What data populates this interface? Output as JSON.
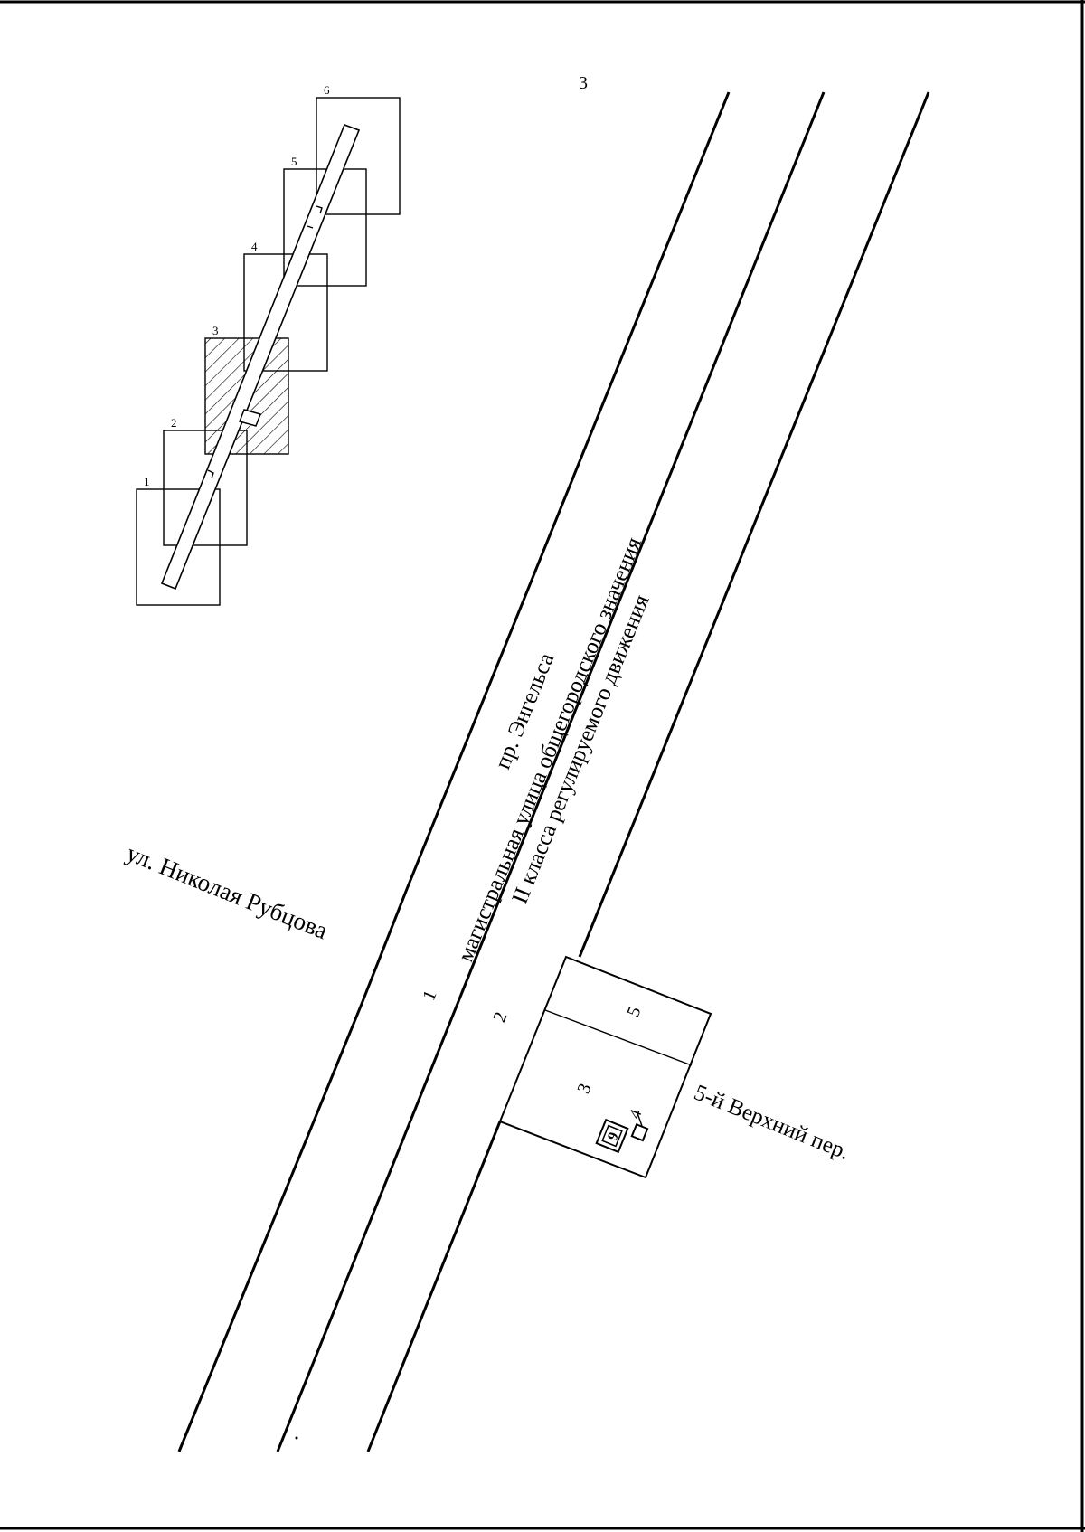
{
  "page": {
    "number": "3"
  },
  "colors": {
    "ink": "#000000",
    "paper": "#ffffff"
  },
  "overview": {
    "frames": [
      {
        "label": "1",
        "highlighted": false
      },
      {
        "label": "2",
        "highlighted": false
      },
      {
        "label": "3",
        "highlighted": true
      },
      {
        "label": "4",
        "highlighted": false
      },
      {
        "label": "5",
        "highlighted": false
      },
      {
        "label": "6",
        "highlighted": false
      }
    ]
  },
  "streets": {
    "rubtsova": "ул. Николая Рубцова",
    "engelsa": "пр. Энгельса",
    "engelsa_class_line1": "магистральная улица общегородского значения",
    "engelsa_class_line2": "II класса регулируемого движения",
    "verkhniy": "5-й Верхний пер."
  },
  "zones": {
    "z1": "1",
    "z2": "2",
    "z3": "3",
    "z4": "4",
    "z5": "5",
    "z9": "9"
  }
}
